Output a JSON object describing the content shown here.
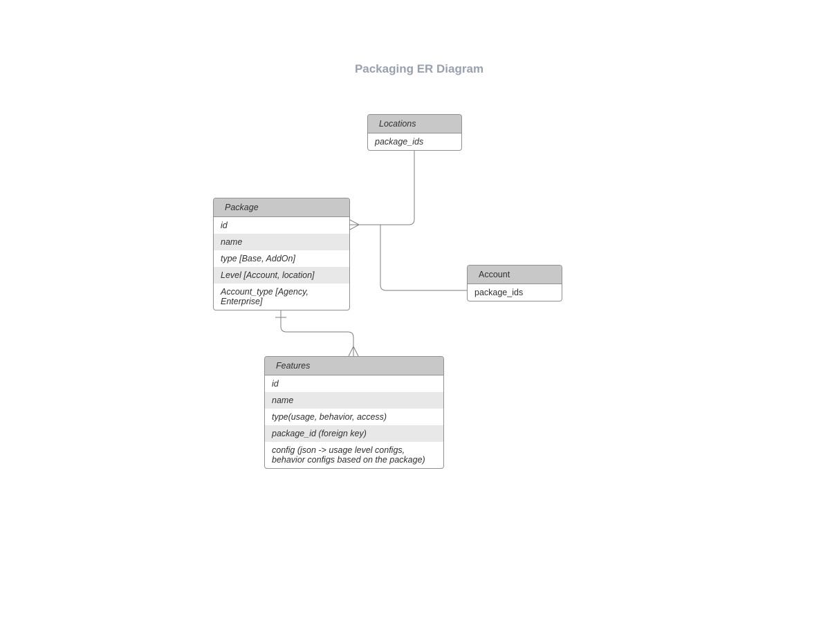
{
  "title": "Packaging ER Diagram",
  "colors": {
    "title_text": "#9aa1ae",
    "header_bg": "#c8c8c8",
    "row_alt_bg": "#e8e8e8",
    "row_bg": "#ffffff",
    "border": "#8f8f8f",
    "connector": "#7d7d7d",
    "row_text": "#303030"
  },
  "entities": {
    "locations": {
      "name": "Locations",
      "rows": [
        "package_ids"
      ]
    },
    "package": {
      "name": "Package",
      "rows": [
        "id",
        "name",
        "type [Base, AddOn]",
        "Level [Account, location]",
        "Account_type [Agency, Enterprise]"
      ]
    },
    "account": {
      "name": "Account",
      "rows": [
        "package_ids"
      ]
    },
    "features": {
      "name": "Features",
      "rows": [
        "id",
        "name",
        "type(usage, behavior, access)",
        "package_id (foreign key)",
        "config (json -> usage level configs, behavior configs based on the package)"
      ]
    }
  }
}
